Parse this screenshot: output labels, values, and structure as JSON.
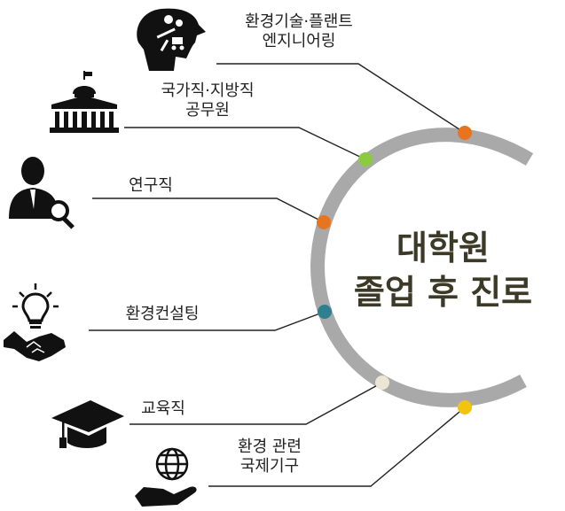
{
  "title": {
    "line1": "대학원",
    "line2": "졸업 후 진로"
  },
  "careers": [
    {
      "line1": "환경기술·플랜트",
      "line2": "엔지니어링",
      "icon": "engineer-head-icon",
      "dot_color": "#e8741e"
    },
    {
      "line1": "국가직·지방직",
      "line2": "공무원",
      "icon": "government-building-icon",
      "dot_color": "#8ccb3f"
    },
    {
      "line1": "연구직",
      "line2": "",
      "icon": "researcher-magnifier-icon",
      "dot_color": "#e8741e"
    },
    {
      "line1": "환경컨설팅",
      "line2": "",
      "icon": "lightbulb-handshake-icon",
      "dot_color": "#2e7f8f"
    },
    {
      "line1": "교육직",
      "line2": "",
      "icon": "graduation-cap-icon",
      "dot_color": "#ece5d2"
    },
    {
      "line1": "환경 관련",
      "line2": "국제기구",
      "icon": "globe-hand-icon",
      "dot_color": "#f2c410"
    }
  ],
  "colors": {
    "arc": "#a9a9a9",
    "line": "#222222",
    "icon": "#111111",
    "title": "#3c3a26"
  }
}
